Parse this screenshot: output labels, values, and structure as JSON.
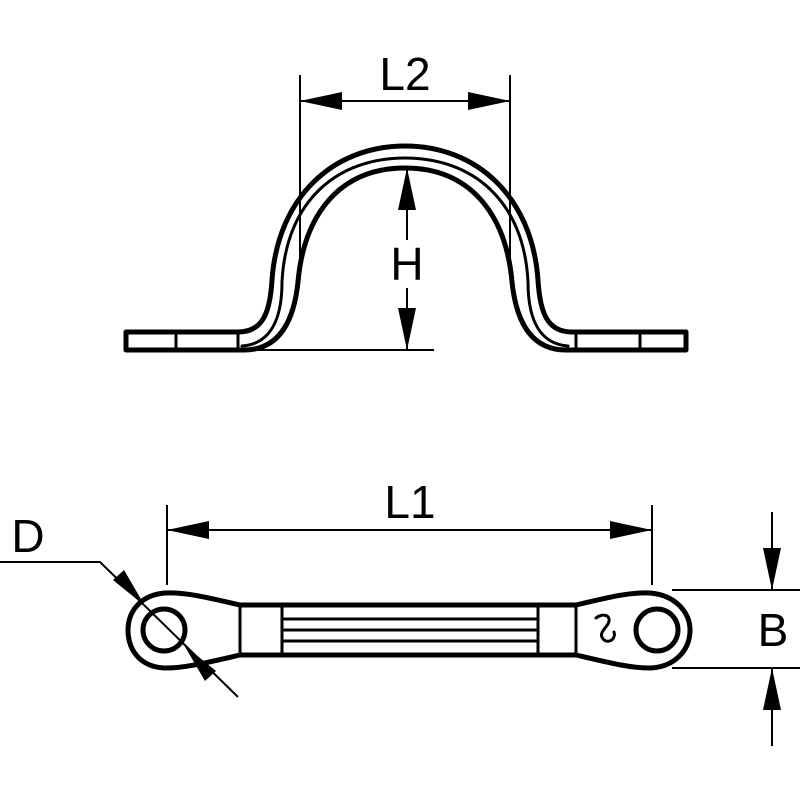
{
  "labels": {
    "top_width": "L2",
    "top_height": "H",
    "bottom_length": "L1",
    "bottom_hole": "D",
    "bottom_width": "B"
  },
  "colors": {
    "line": "#000000",
    "background": "#ffffff"
  }
}
